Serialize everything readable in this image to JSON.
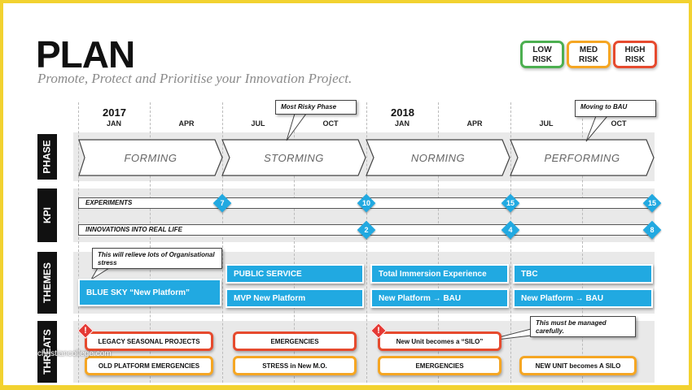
{
  "header": {
    "title": "PLAN",
    "subtitle": "Promote, Protect and Prioritise your Innovation Project."
  },
  "legend": [
    {
      "line1": "LOW",
      "line2": "RISK",
      "color": "#4caf50"
    },
    {
      "line1": "MED",
      "line2": "RISK",
      "color": "#f5a623"
    },
    {
      "line1": "HIGH",
      "line2": "RISK",
      "color": "#e64a2e"
    }
  ],
  "timeline": {
    "years": [
      "2017",
      "2018"
    ],
    "months": [
      "JAN",
      "APR",
      "JUL",
      "OCT",
      "JAN",
      "APR",
      "JUL",
      "OCT"
    ]
  },
  "callouts": {
    "risky": "Most Risky Phase",
    "bau": "Moving to BAU",
    "relieve": "This will relieve lots of Organisational stress",
    "managed": "This must be managed carefully."
  },
  "rows": {
    "phase": "PHASE",
    "kpi": "KPI",
    "themes": "THEMES",
    "threats": "THREATS"
  },
  "phases": [
    "FORMING",
    "STORMING",
    "NORMING",
    "PERFORMING"
  ],
  "kpi": {
    "experiments": {
      "label": "EXPERIMENTS",
      "values": [
        "7",
        "10",
        "15",
        "15"
      ]
    },
    "innovations": {
      "label": "INNOVATIONS INTO REAL LIFE",
      "values": [
        "2",
        "4",
        "8"
      ]
    }
  },
  "themes": {
    "blue_sky": "BLUE SKY “New Platform”",
    "public_service": "PUBLIC SERVICE",
    "mvp": "MVP New Platform",
    "total_immersion": "Total Immersion Experience",
    "new_platform_bau_1": "New Platform → BAU",
    "tbc": "TBC",
    "new_platform_bau_2": "New Platform → BAU"
  },
  "threats": {
    "legacy": "LEGACY SEASONAL PROJECTS",
    "old_platform": "OLD PLATFORM EMERGENCIES",
    "emergencies_1": "EMERGENCIES",
    "stress": "STRESS in New M.O.",
    "silo": "New Unit becomes a “SILO”",
    "emergencies_2": "EMERGENCIES",
    "new_unit": "NEW UNIT becomes A SILO",
    "warning_symbol": "!"
  },
  "watermark": "christiancollege.com"
}
